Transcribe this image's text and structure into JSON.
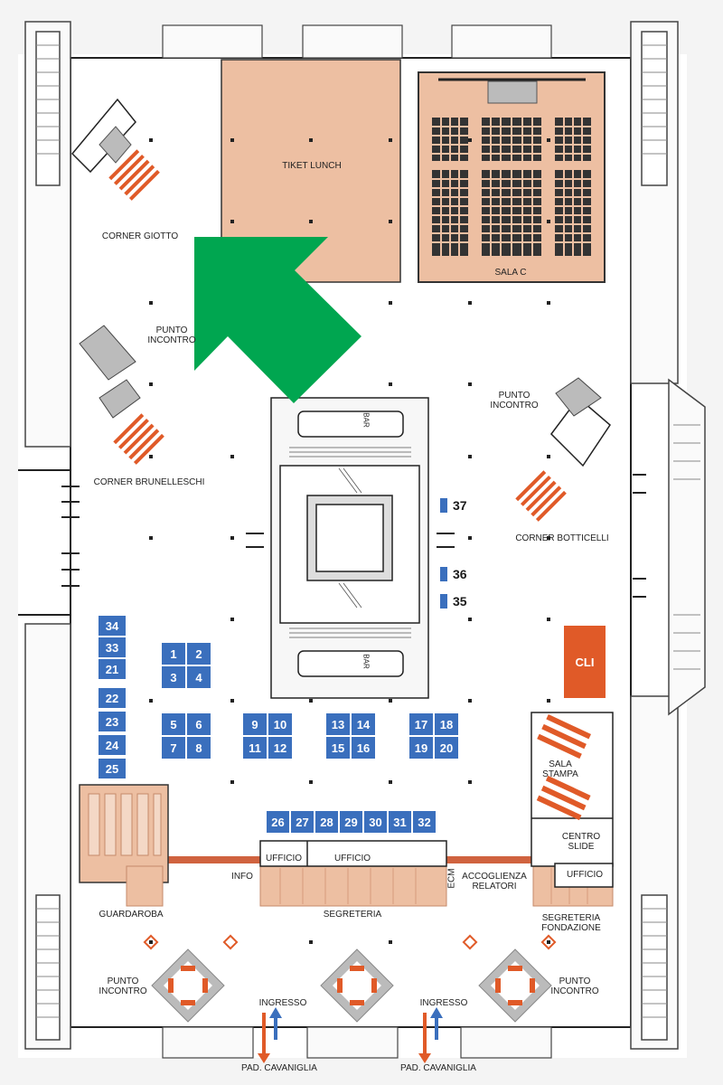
{
  "rooms": {
    "tiket_lunch": "TIKET LUNCH",
    "sala_c": "SALA C",
    "cli": "CLI",
    "sala_stampa": "SALA\nSTAMPA",
    "centro_slide": "CENTRO\nSLIDE",
    "ufficio_left": "UFFICIO",
    "ufficio_center": "UFFICIO",
    "ufficio_right": "UFFICIO"
  },
  "labels": {
    "corner_giotto": "CORNER GIOTTO",
    "corner_brunelleschi": "CORNER BRUNELLESCHI",
    "corner_botticelli": "CORNER BOTTICELLI",
    "punto_incontro_left": "PUNTO\nINCONTRO",
    "punto_incontro_right": "PUNTO\nINCONTRO",
    "punto_incontro_bottom_left": "PUNTO\nINCONTRO",
    "punto_incontro_bottom_right": "PUNTO\nINCONTRO",
    "guardaroba": "GUARDAROBA",
    "info": "INFO",
    "segreteria": "SEGRETERIA",
    "ecm": "ECM",
    "accoglienza": "ACCOGLIENZA\nRELATORI",
    "segreteria_fondazione": "SEGRETERIA\nFONDAZIONE",
    "ingresso_left": "INGRESSO",
    "ingresso_right": "INGRESSO",
    "pad_left": "PAD. CAVANIGLIA",
    "pad_right": "PAD. CAVANIGLIA",
    "bar_top": "BAR",
    "bar_bottom": "BAR"
  },
  "booths_column": [
    "34",
    "33",
    "21",
    "22",
    "23",
    "24",
    "25"
  ],
  "booths_grid": [
    [
      "1",
      "2",
      "3",
      "4"
    ],
    [
      "5",
      "6",
      "7",
      "8"
    ],
    [
      "9",
      "10",
      "11",
      "12"
    ],
    [
      "13",
      "14",
      "15",
      "16"
    ],
    [
      "17",
      "18",
      "19",
      "20"
    ]
  ],
  "booths_row": [
    "26",
    "27",
    "28",
    "29",
    "30",
    "31",
    "32"
  ],
  "booths_side": [
    "37",
    "36",
    "35"
  ],
  "colors": {
    "booth": "#3a6fbd",
    "room_fill": "#edbfa2",
    "seat": "#e05a28",
    "arrow_green": "#00a650",
    "cli": "#e05a28"
  }
}
